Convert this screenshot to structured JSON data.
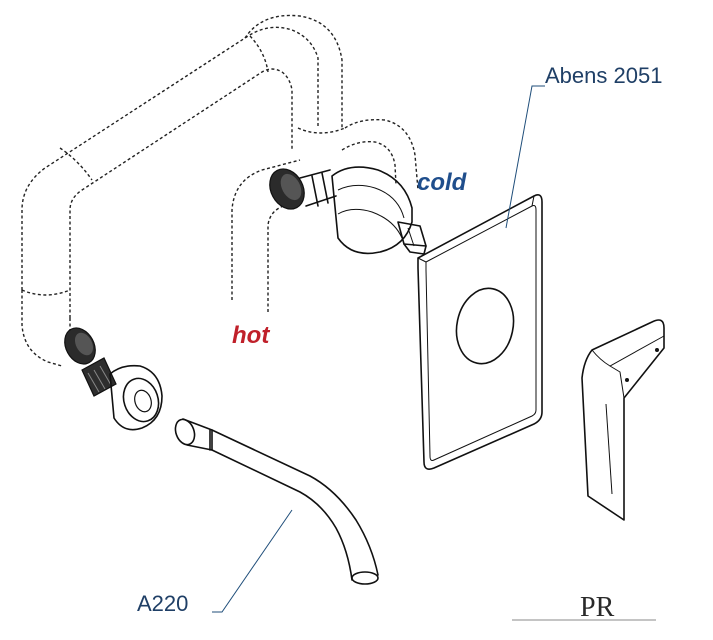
{
  "labels": {
    "model_main": "Abens 2051",
    "model_spout": "A220",
    "cold": "cold",
    "hot": "hot"
  },
  "colors": {
    "cold": "#1f4e8c",
    "hot": "#c0202a",
    "label": "#1f3f66",
    "leader": "#1f4e7a",
    "logo": "#2a2a2a"
  },
  "logo": {
    "text": "PR"
  }
}
